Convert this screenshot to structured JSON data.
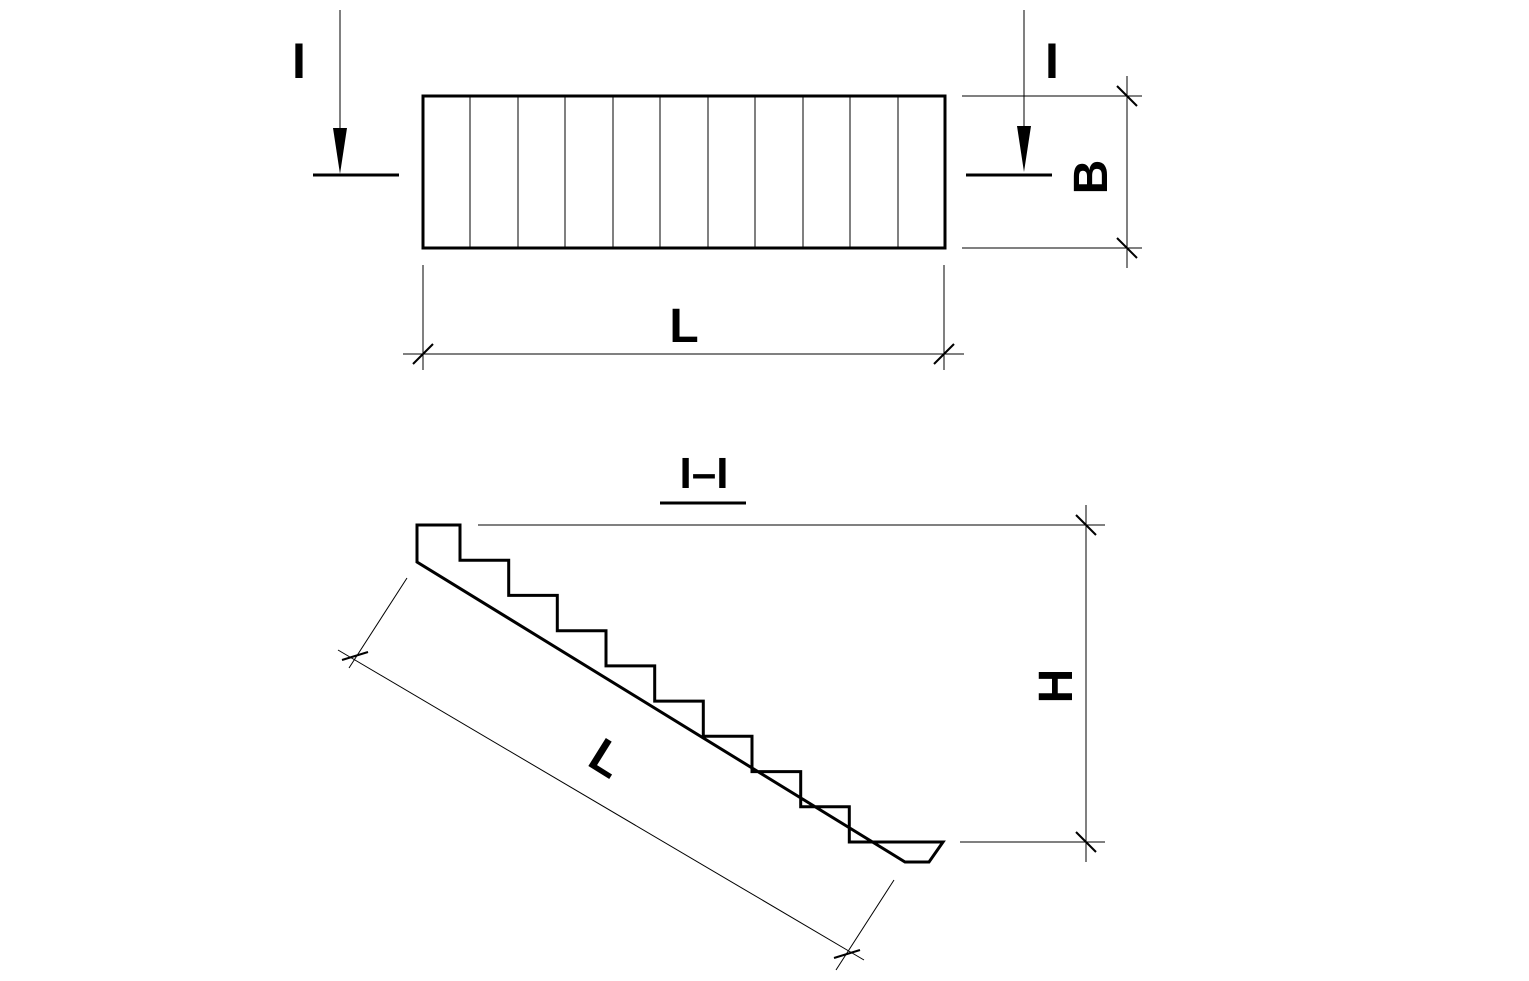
{
  "plan_view": {
    "section_mark_left": "I",
    "section_mark_right": "I",
    "length_label": "L",
    "width_label": "B",
    "tread_count": 11
  },
  "section_view": {
    "section_title": "I–I",
    "height_label": "H",
    "length_label": "L",
    "step_count": 9
  },
  "colors": {
    "line": "#000000",
    "background": "#ffffff"
  }
}
